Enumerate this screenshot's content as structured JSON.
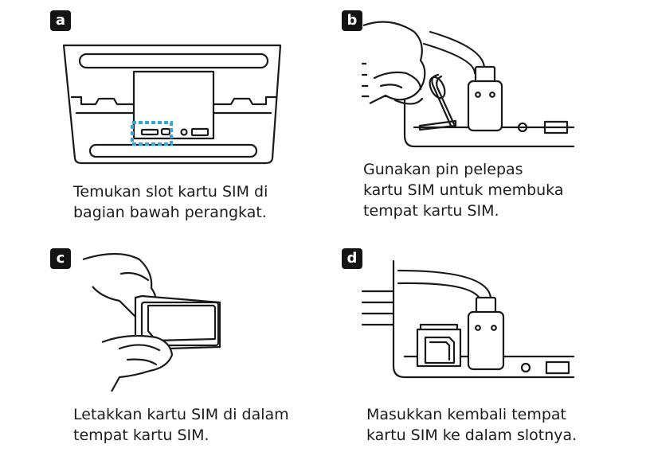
{
  "steps": [
    {
      "label": "a",
      "caption": [
        "Temukan slot kartu SIM di",
        "bagian bawah perangkat."
      ]
    },
    {
      "label": "b",
      "caption": [
        "Gunakan pin pelepas",
        "kartu SIM untuk membuka",
        "tempat kartu SIM."
      ]
    },
    {
      "label": "c",
      "caption": [
        "Letakkan kartu SIM di dalam",
        "tempat kartu SIM."
      ]
    },
    {
      "label": "d",
      "caption": [
        "Masukkan kembali tempat",
        "kartu SIM ke dalam slotnya."
      ]
    }
  ],
  "colors": {
    "highlight": "#3aa3d8",
    "ink": "#1a1a1a",
    "badge": "#141414"
  }
}
